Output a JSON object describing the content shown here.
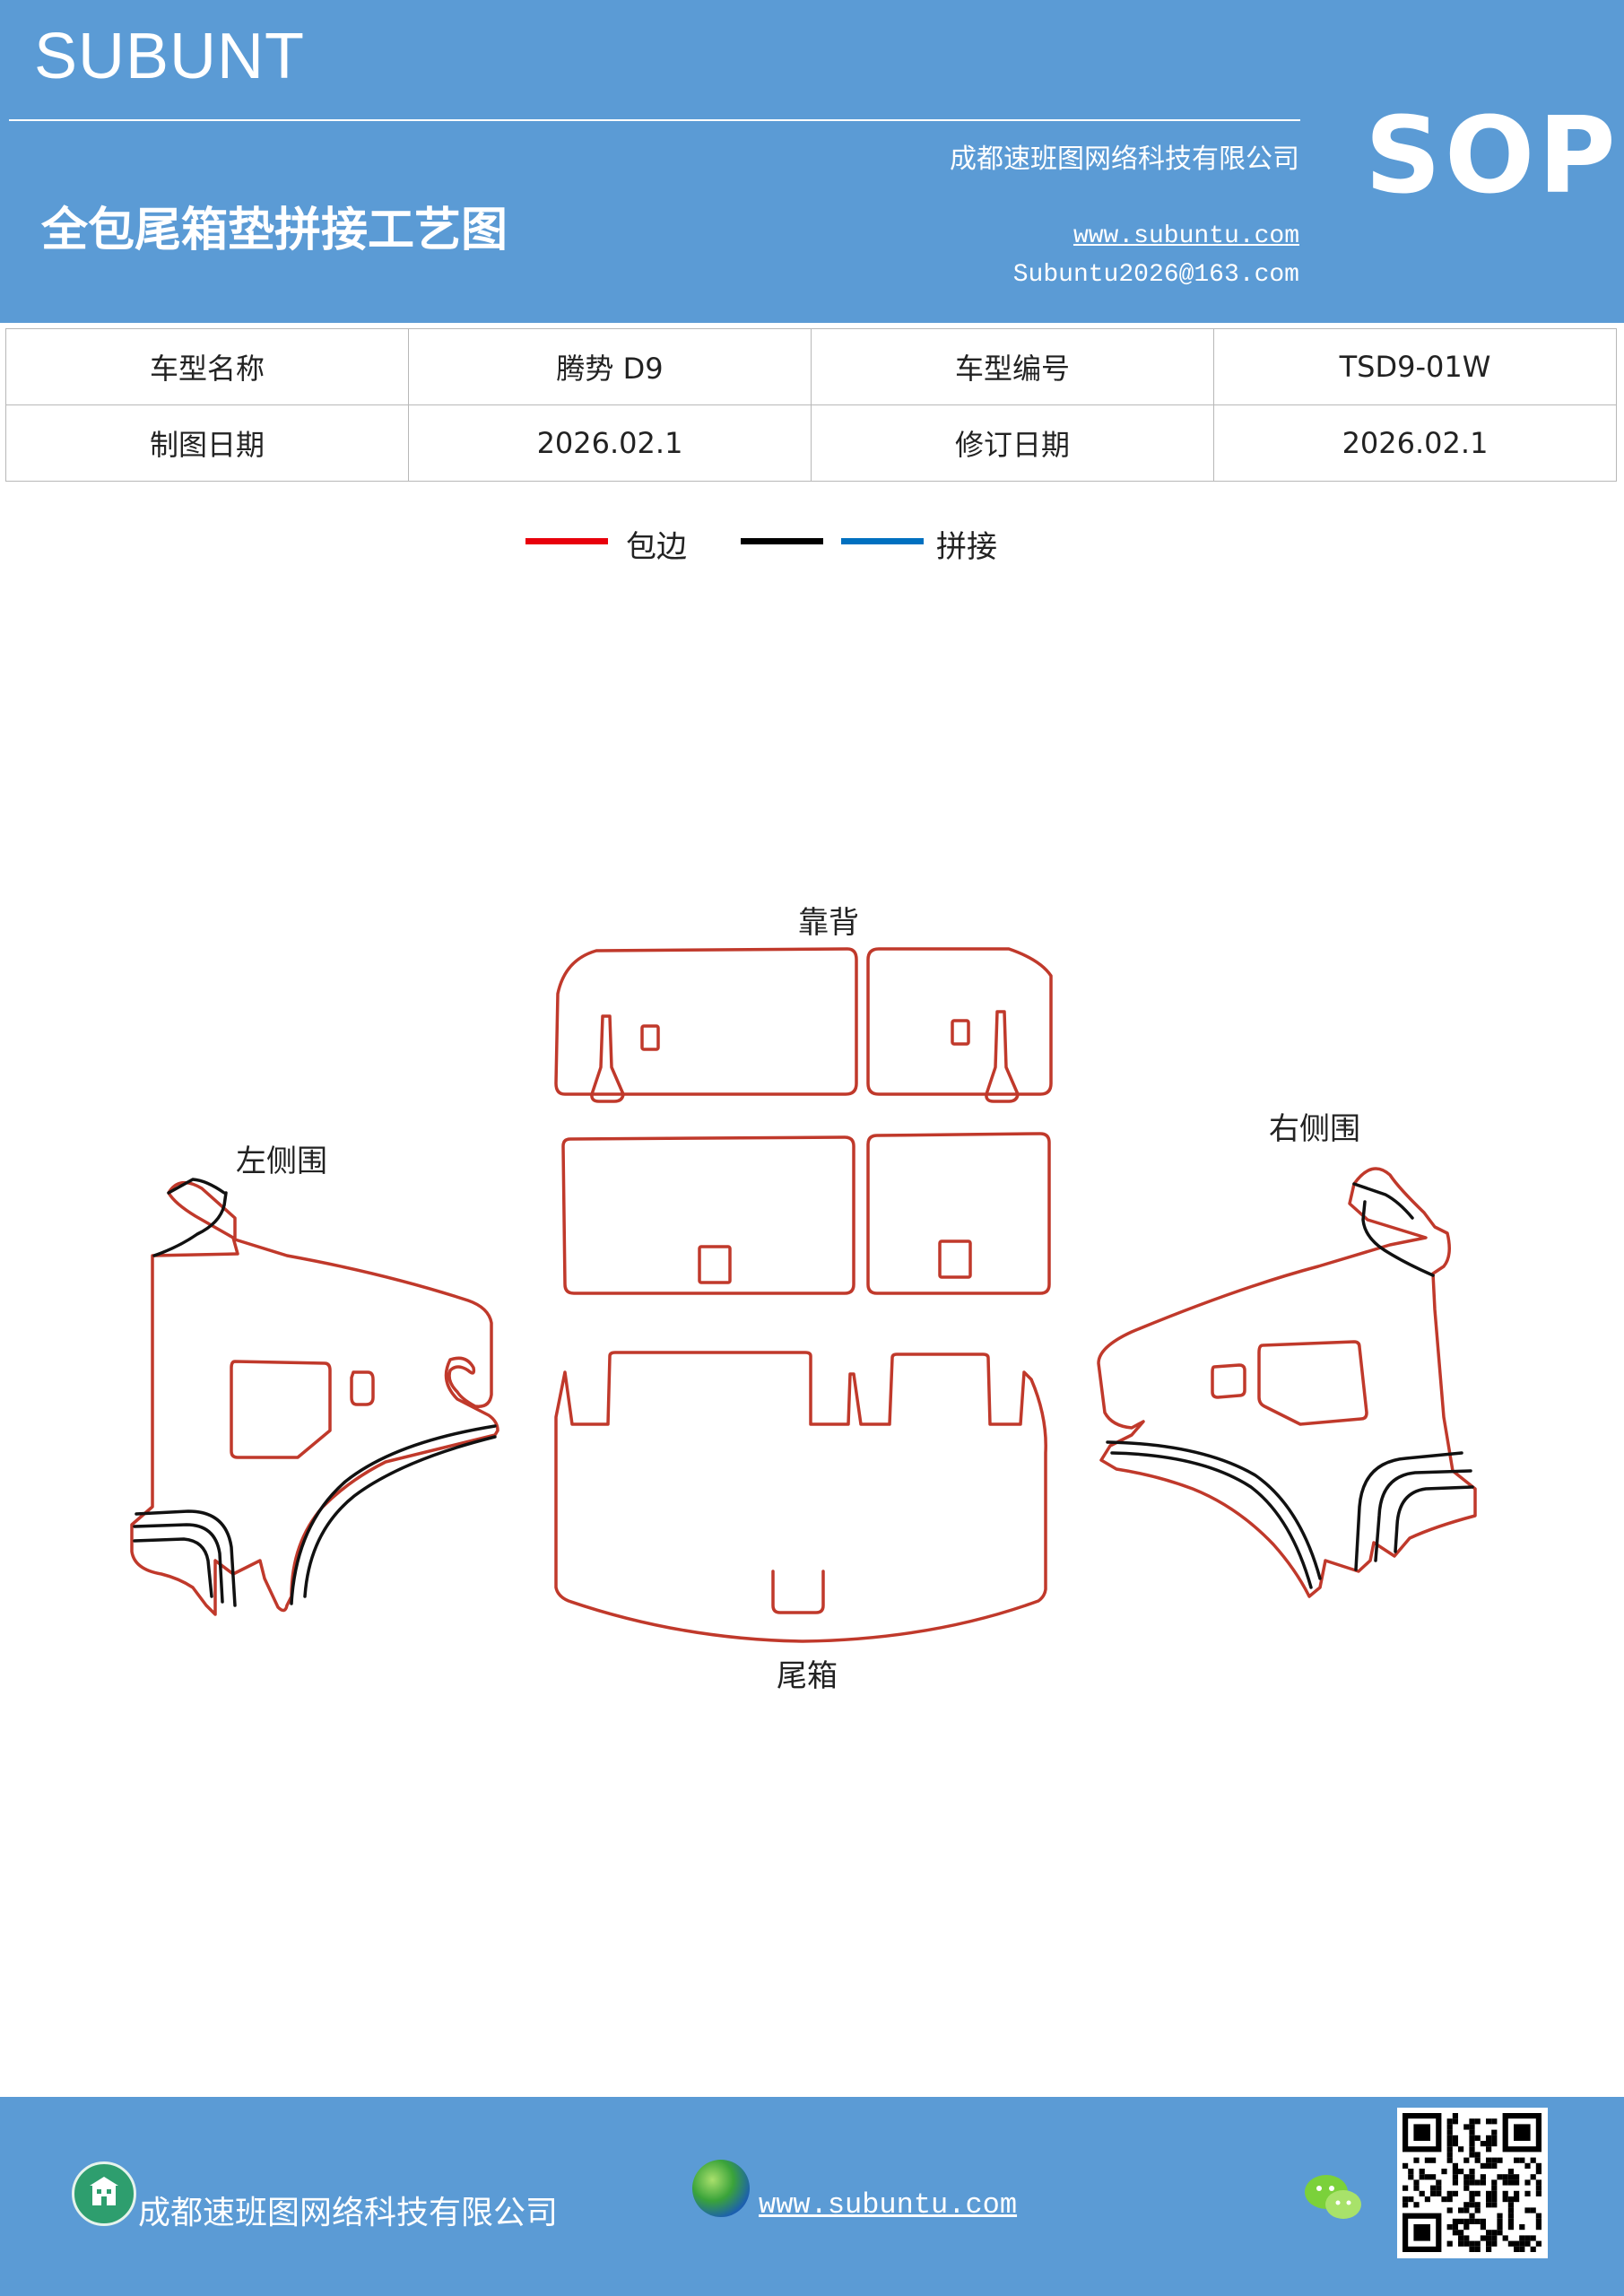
{
  "header": {
    "brand": "SUBUNT",
    "company": "成都速班图网络科技有限公司",
    "title": "全包尾箱垫拼接工艺图",
    "website": "www.subuntu.com",
    "email": "Subuntu2026@163.com",
    "badge": "SOP",
    "background_color": "#5b9bd5"
  },
  "info_table": {
    "rows": [
      [
        "车型名称",
        "腾势 D9",
        "车型编号",
        "TSD9-01W"
      ],
      [
        "制图日期",
        "2026.02.1",
        "修订日期",
        "2026.02.1"
      ]
    ]
  },
  "legend": {
    "items": [
      {
        "label": "包边",
        "colors": [
          "#e8000b"
        ]
      },
      {
        "label": "拼接",
        "colors": [
          "#000000",
          "#0070c0"
        ]
      }
    ]
  },
  "diagram": {
    "labels": {
      "backrest": "靠背",
      "left_side": "左侧围",
      "right_side": "右侧围",
      "trunk": "尾箱"
    },
    "colors": {
      "edge": "#c0392b",
      "seam": "#111111"
    }
  },
  "footer": {
    "company": "成都速班图网络科技有限公司",
    "website": "www.subuntu.com",
    "icons": [
      "building-icon",
      "globe-icon",
      "wechat-icon",
      "qr-code"
    ]
  }
}
